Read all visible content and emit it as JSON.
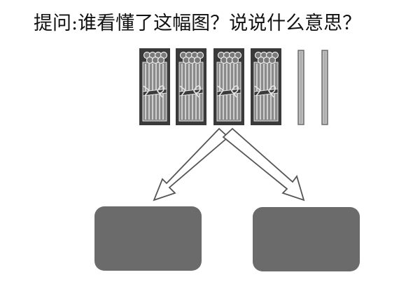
{
  "question": {
    "text": "提问:谁看懂了这幅图？说说什么意思？"
  },
  "diagram": {
    "bundle_count": 4,
    "single_stick_count": 2,
    "colors": {
      "bundle_fill": "#3a3a3a",
      "stick_fill": "#bdbdbd",
      "stick_edge": "#6d6d6d",
      "arrow_stroke": "#555555",
      "box_fill": "#6b6b6b"
    }
  }
}
